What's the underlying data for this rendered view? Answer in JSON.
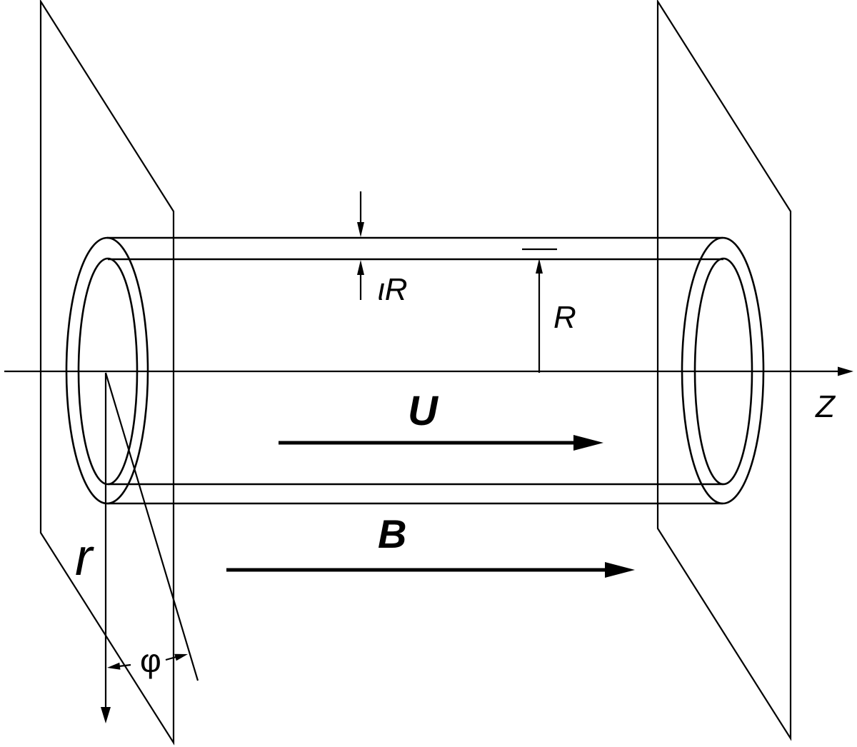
{
  "diagram": {
    "background_color": "#ffffff",
    "line_color": "#000000",
    "labels": {
      "z_axis": "Z",
      "flow_velocity": "U",
      "magnetic_field": "B",
      "tube_radius": "R",
      "wall_thickness": "ιR",
      "radial_coordinate": "r",
      "azimuthal_angle": "φ"
    }
  }
}
